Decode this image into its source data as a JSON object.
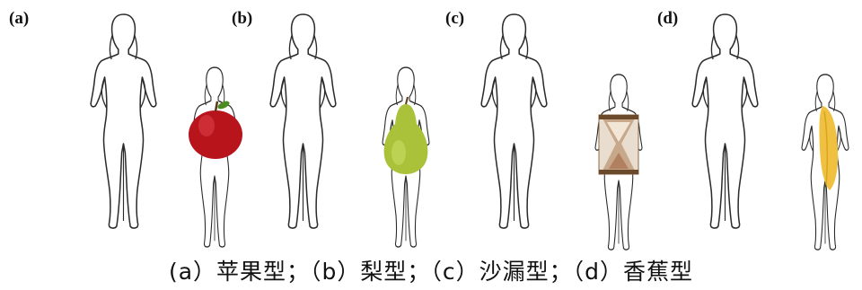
{
  "panels": [
    {
      "label": "(a)",
      "shape_icon": "apple-icon",
      "shape_color": "#b8141c"
    },
    {
      "label": "(b)",
      "shape_icon": "pear-icon",
      "shape_color": "#a9c23a"
    },
    {
      "label": "(c)",
      "shape_icon": "hourglass-icon",
      "shape_color": "#c8a88a"
    },
    {
      "label": "(d)",
      "shape_icon": "banana-icon",
      "shape_color": "#f0c040"
    }
  ],
  "caption": "(a）苹果型；（b）梨型；（c）沙漏型；（d）香蕉型"
}
